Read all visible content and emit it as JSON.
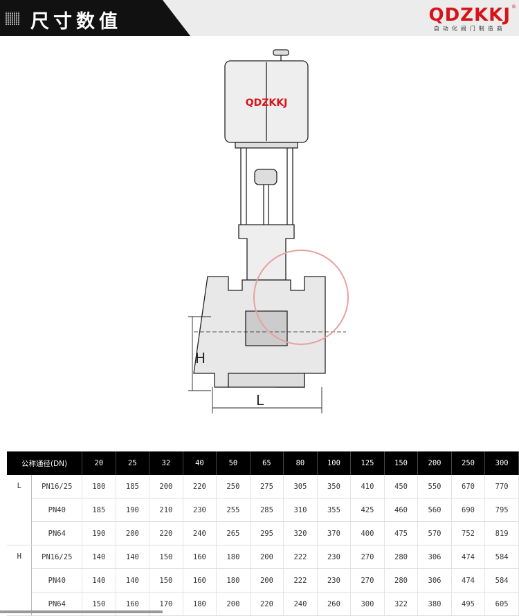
{
  "header": {
    "title": "尺寸数值",
    "brand": "QDZKKJ",
    "brand_tagline": "自动化阀门制造商",
    "registered": "®"
  },
  "drawing": {
    "actuator_logo": "QDZKKJ",
    "dim_h": "H",
    "dim_l": "L"
  },
  "table": {
    "header_label": "公称通径(DN)",
    "dn": [
      "20",
      "25",
      "32",
      "40",
      "50",
      "65",
      "80",
      "100",
      "125",
      "150",
      "200",
      "250",
      "300"
    ],
    "groups": [
      {
        "label": "L",
        "rows": [
          {
            "pn": "PN16/25",
            "values": [
              "180",
              "185",
              "200",
              "220",
              "250",
              "275",
              "305",
              "350",
              "410",
              "450",
              "550",
              "670",
              "770"
            ]
          },
          {
            "pn": "PN40",
            "values": [
              "185",
              "190",
              "210",
              "230",
              "255",
              "285",
              "310",
              "355",
              "425",
              "460",
              "560",
              "690",
              "795"
            ]
          },
          {
            "pn": "PN64",
            "values": [
              "190",
              "200",
              "220",
              "240",
              "265",
              "295",
              "320",
              "370",
              "400",
              "475",
              "570",
              "752",
              "819"
            ]
          }
        ]
      },
      {
        "label": "H",
        "rows": [
          {
            "pn": "PN16/25",
            "values": [
              "140",
              "140",
              "150",
              "160",
              "180",
              "200",
              "222",
              "230",
              "270",
              "280",
              "306",
              "474",
              "584"
            ]
          },
          {
            "pn": "PN40",
            "values": [
              "140",
              "140",
              "150",
              "160",
              "180",
              "200",
              "222",
              "230",
              "270",
              "280",
              "306",
              "474",
              "584"
            ]
          },
          {
            "pn": "PN64",
            "values": [
              "150",
              "160",
              "170",
              "180",
              "200",
              "220",
              "240",
              "260",
              "300",
              "322",
              "380",
              "495",
              "605"
            ]
          }
        ]
      }
    ]
  }
}
